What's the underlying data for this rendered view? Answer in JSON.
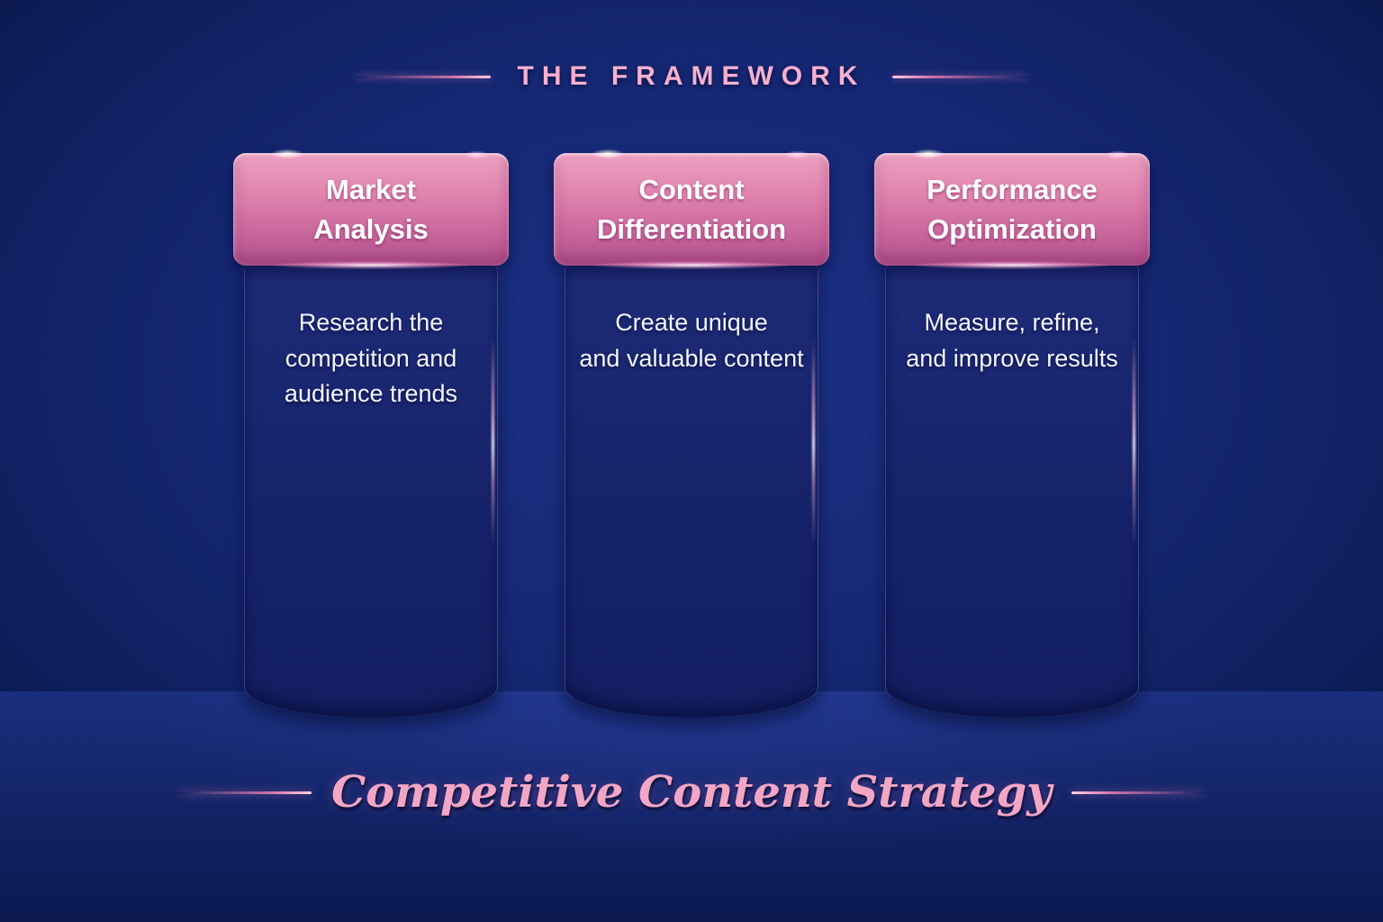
{
  "header": {
    "title": "THE FRAMEWORK"
  },
  "cards": [
    {
      "title": "Market\nAnalysis",
      "description": "Research the\ncompetition and\naudience trends"
    },
    {
      "title": "Content\nDifferentiation",
      "description": "Create unique\nand valuable content"
    },
    {
      "title": "Performance\nOptimization",
      "description": "Measure, refine,\nand improve results"
    }
  ],
  "footer": {
    "title": "Competitive Content Strategy"
  },
  "colors": {
    "background_navy": "#12246f",
    "background_dark_edge": "#081540",
    "floor_blue": "#1a2e7e",
    "card_body_navy": "#17246c",
    "header_pink_top": "#eea2c2",
    "header_pink_bottom": "#b4548e",
    "accent_pink": "#e87bb0",
    "title_pink": "#f5b0d0",
    "footer_pink": "#f2a6c5",
    "text_white": "#ffffff"
  }
}
